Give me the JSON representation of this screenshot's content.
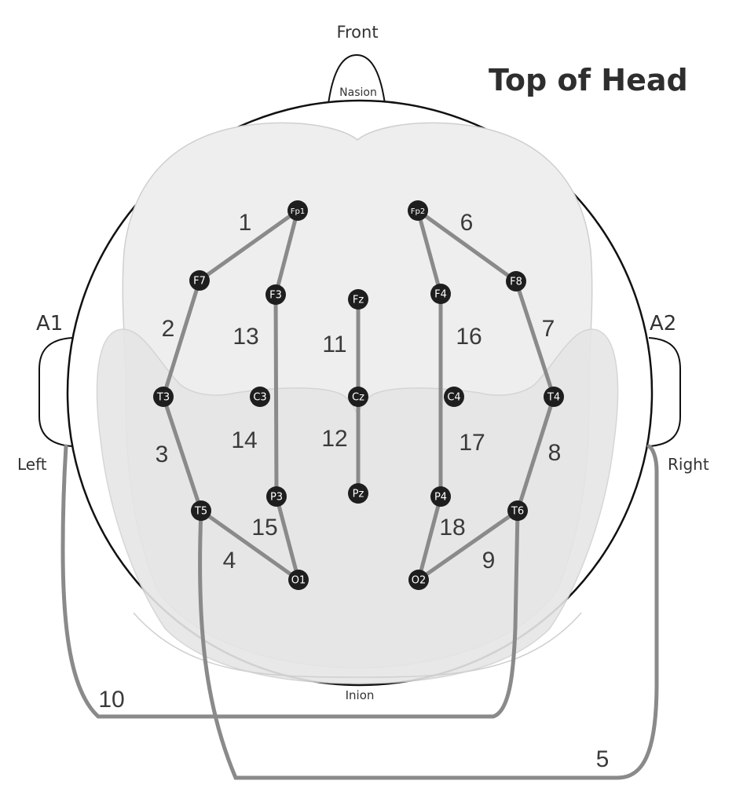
{
  "title": "Top of Head",
  "labels": {
    "front": "Front",
    "nasion": "Nasion",
    "inion": "Inion",
    "left": "Left",
    "right": "Right",
    "a1": "A1",
    "a2": "A2"
  },
  "electrodes": [
    "Fp1",
    "Fp2",
    "F7",
    "F3",
    "Fz",
    "F4",
    "F8",
    "T3",
    "C3",
    "Cz",
    "C4",
    "T4",
    "T5",
    "P3",
    "Pz",
    "P4",
    "T6",
    "O1",
    "O2"
  ],
  "channels": [
    {
      "num": "1",
      "from": "Fp1",
      "to": "F7"
    },
    {
      "num": "2",
      "from": "F7",
      "to": "T3"
    },
    {
      "num": "3",
      "from": "T3",
      "to": "T5"
    },
    {
      "num": "4",
      "from": "T5",
      "to": "O1"
    },
    {
      "num": "5",
      "from": "T5",
      "to": "A2"
    },
    {
      "num": "6",
      "from": "Fp2",
      "to": "F8"
    },
    {
      "num": "7",
      "from": "F8",
      "to": "T4"
    },
    {
      "num": "8",
      "from": "T4",
      "to": "T6"
    },
    {
      "num": "9",
      "from": "T6",
      "to": "O2"
    },
    {
      "num": "10",
      "from": "A1",
      "to": "T6"
    },
    {
      "num": "11",
      "from": "Fz",
      "to": "Cz"
    },
    {
      "num": "12",
      "from": "Cz",
      "to": "Pz"
    },
    {
      "num": "13",
      "from": "Fp1",
      "to": "F3"
    },
    {
      "num": "14",
      "from": "F3",
      "to": "P3"
    },
    {
      "num": "15",
      "from": "P3",
      "to": "O1"
    },
    {
      "num": "16",
      "from": "Fp2",
      "to": "F4"
    },
    {
      "num": "17",
      "from": "F4",
      "to": "P4"
    },
    {
      "num": "18",
      "from": "P4",
      "to": "O2"
    }
  ],
  "colors": {
    "electrode": "#1e1e1e",
    "link": "#8a8a8a",
    "brain": "#eeeeee",
    "brainEdge": "#cfcfcf",
    "head": "#111111"
  }
}
